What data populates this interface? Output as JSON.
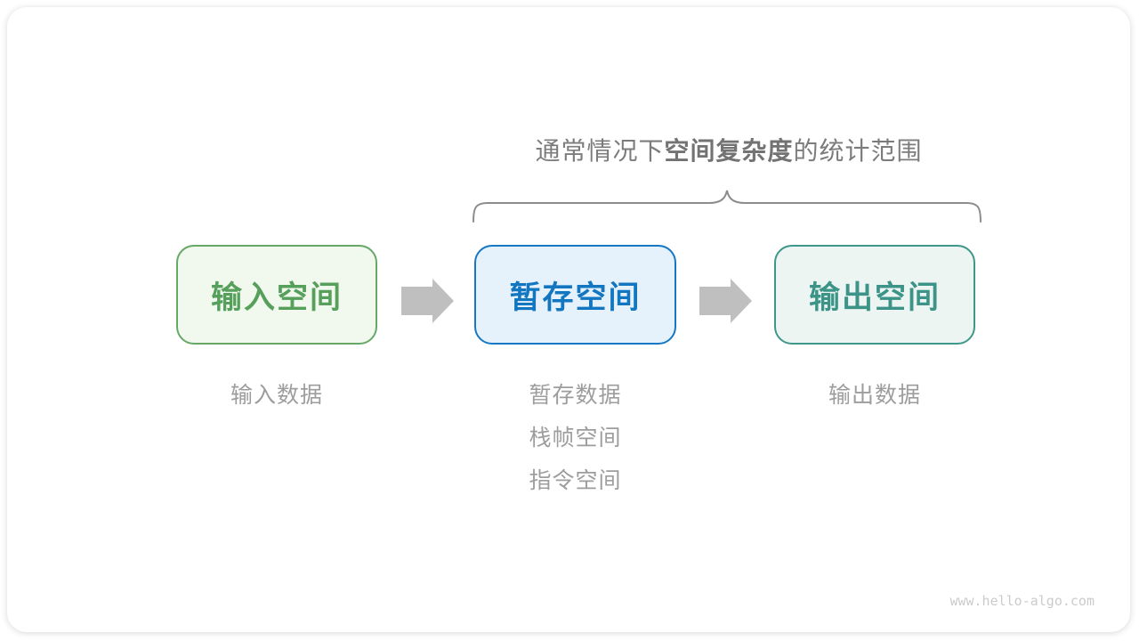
{
  "title": {
    "prefix": "通常情况下",
    "bold_term": "空间复杂度",
    "suffix": "的统计范围"
  },
  "brace": {
    "color": "#8d8d8d",
    "spans_boxes": [
      "temp-space",
      "output-space"
    ]
  },
  "boxes": [
    {
      "id": "input-space",
      "label": "输入空间",
      "text_color": "#57a05c",
      "border_color": "#67a768",
      "background": "#f1f8ee"
    },
    {
      "id": "temp-space",
      "label": "暂存空间",
      "text_color": "#1376c1",
      "border_color": "#1678c2",
      "background": "#e5f1fb"
    },
    {
      "id": "output-space",
      "label": "输出空间",
      "text_color": "#3b9487",
      "border_color": "#3f968a",
      "background": "#edf5f3"
    }
  ],
  "arrows": {
    "icon": "right-block-arrow",
    "color": "#bfbfbf",
    "count": 2
  },
  "captions": [
    {
      "box": "input-space",
      "lines": [
        "输入数据"
      ]
    },
    {
      "box": "temp-space",
      "lines": [
        "暂存数据",
        "栈帧空间",
        "指令空间"
      ]
    },
    {
      "box": "output-space",
      "lines": [
        "输出数据"
      ]
    }
  ],
  "watermark": "www.hello-algo.com"
}
